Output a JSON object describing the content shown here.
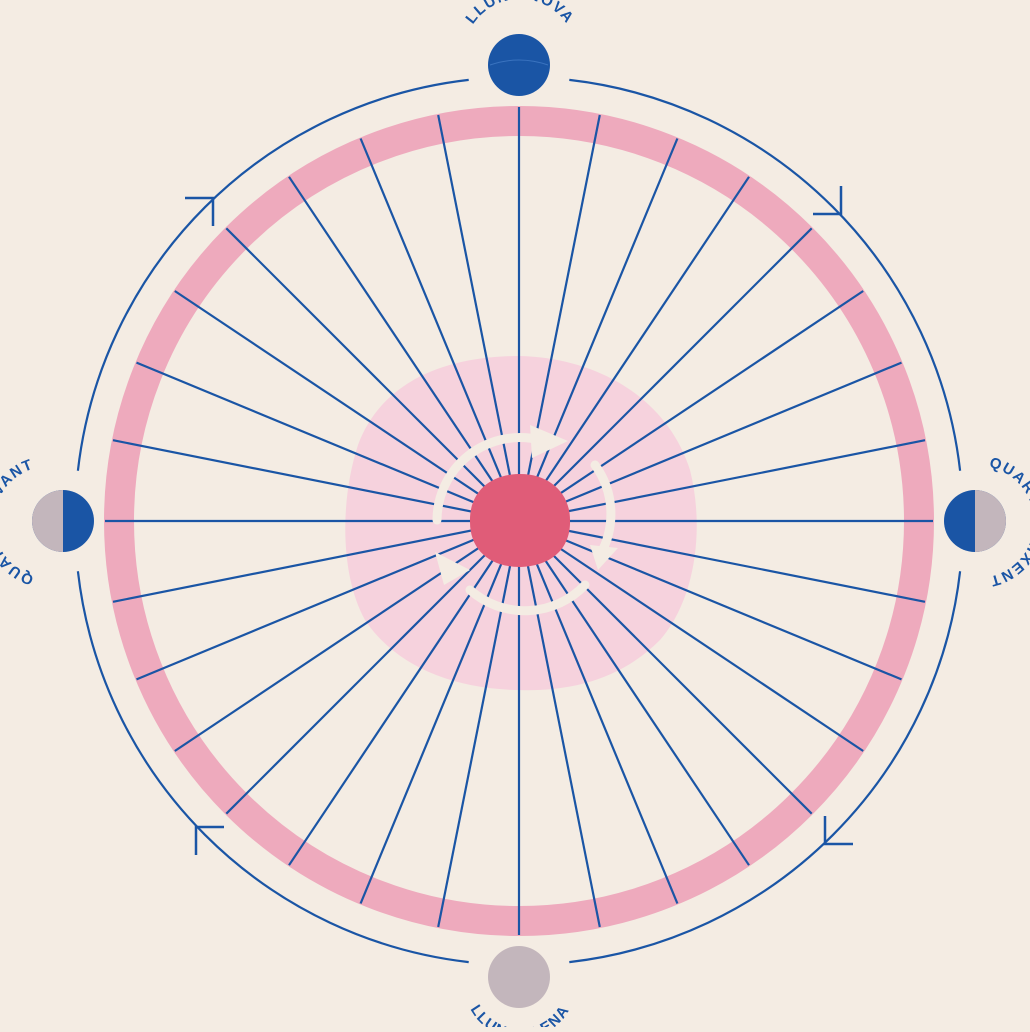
{
  "colors": {
    "background": "#f4ece3",
    "line": "#1a55a5",
    "ring": "#eeaabd",
    "blob": "#f6d2dd",
    "center": "#e05c78",
    "moon_dark": "#1a55a5",
    "moon_light": "#c3b6bc",
    "arrows": "#f4ece3"
  },
  "spokes": {
    "count": 32
  },
  "phases": [
    {
      "id": "new",
      "label": "LLUNA NOVA",
      "fill": "dark"
    },
    {
      "id": "first-quarter",
      "label": "QUART CREIXENT",
      "fill": "right-light-left-dark"
    },
    {
      "id": "full",
      "label": "LLUNA PLENA",
      "fill": "light"
    },
    {
      "id": "last-quarter",
      "label": "QUART MINVANT",
      "fill": "left-light-right-dark"
    }
  ],
  "icons": {
    "cycle": "circular-arrows-icon",
    "direction": "clockwise-arrowhead-icon"
  }
}
